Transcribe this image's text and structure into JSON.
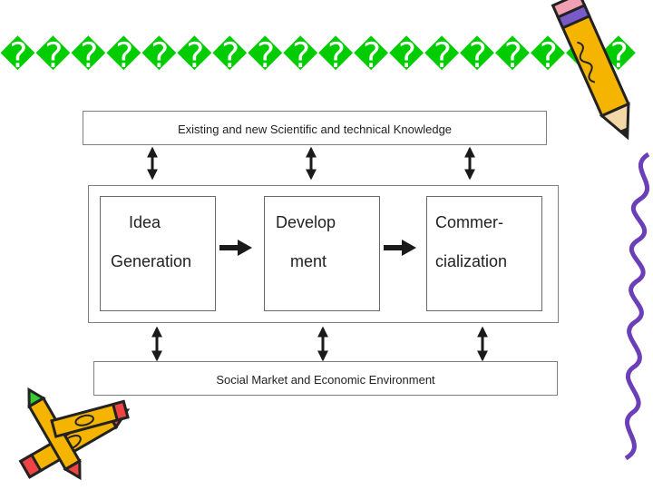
{
  "slide": {
    "title": "������������������",
    "top_band": "Existing and new Scientific and technical Knowledge",
    "bottom_band": "Social Market and Economic Environment",
    "stages": [
      {
        "line1": "Idea",
        "line2": "Generation"
      },
      {
        "line1": "Develop",
        "line2": "ment"
      },
      {
        "line1": "Commer-",
        "line2": "cialization"
      }
    ]
  },
  "colors": {
    "title": "#00cc00",
    "outline": "#808080",
    "arrow": "#1a1a1a"
  },
  "decorations": [
    "pencil-top-right",
    "crayons-bottom-left",
    "squiggle-right"
  ]
}
